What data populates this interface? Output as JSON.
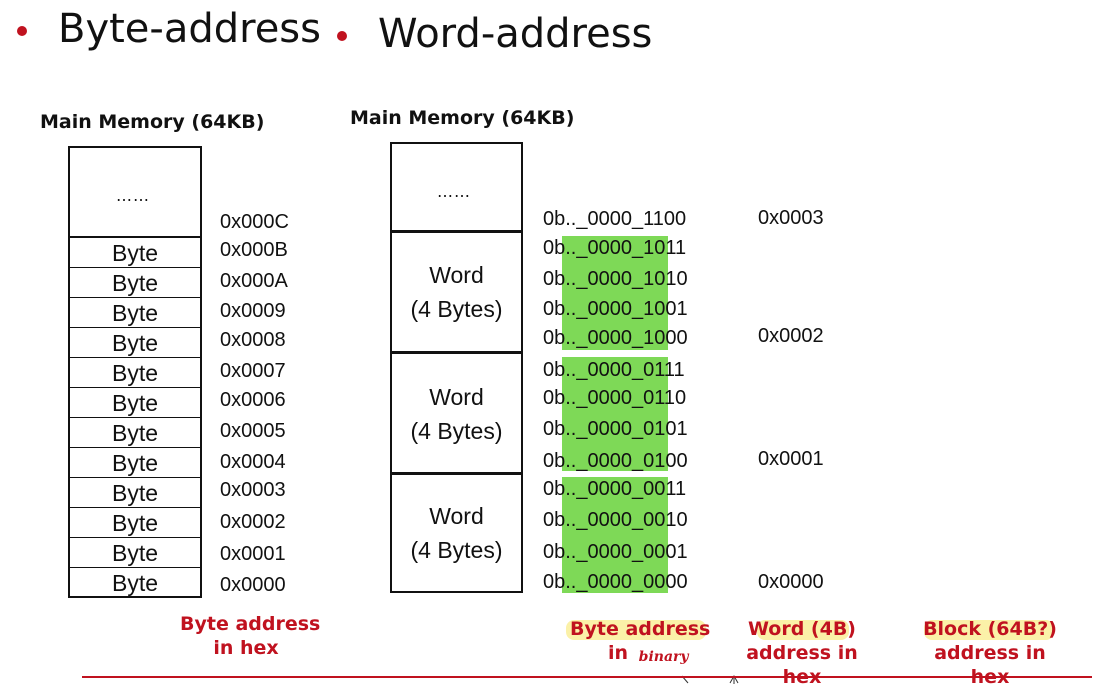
{
  "headings": {
    "byte": "Byte-address",
    "word": "Word-address"
  },
  "left_memory": {
    "title": "Main Memory (64KB)",
    "ellipsis": "……",
    "top_address": "0x000C",
    "cell_label": "Byte",
    "addresses": [
      "0x000B",
      "0x000A",
      "0x0009",
      "0x0008",
      "0x0007",
      "0x0006",
      "0x0005",
      "0x0004",
      "0x0003",
      "0x0002",
      "0x0001",
      "0x0000"
    ]
  },
  "right_memory": {
    "title": "Main Memory (64KB)",
    "ellipsis": "……",
    "word_label_line1": "Word",
    "word_label_line2": "(4 Bytes)",
    "binary_addresses": [
      {
        "prefix": "0b.._",
        "high": "0000_1",
        "bits": "100"
      },
      {
        "prefix": "0b",
        "high": ".._0000_10",
        "bits": "11"
      },
      {
        "prefix": "0b",
        "high": ".._0000_10",
        "bits": "10"
      },
      {
        "prefix": "0b",
        "high": ".._0000_10",
        "bits": "01"
      },
      {
        "prefix": "0b",
        "high": ".._0000_10",
        "bits": "00"
      },
      {
        "prefix": "0b",
        "high": ".._0000_01",
        "bits": "11"
      },
      {
        "prefix": "0b",
        "high": ".._0000_01",
        "bits": "10"
      },
      {
        "prefix": "0b",
        "high": ".._0000_01",
        "bits": "01"
      },
      {
        "prefix": "0b",
        "high": ".._0000_01",
        "bits": "00"
      },
      {
        "prefix": "0b",
        "high": ".._0000_00",
        "bits": "11"
      },
      {
        "prefix": "0b",
        "high": ".._0000_00",
        "bits": "10"
      },
      {
        "prefix": "0b",
        "high": ".._0000_00",
        "bits": "01"
      },
      {
        "prefix": "0b",
        "high": ".._0000_00",
        "bits": "00"
      }
    ],
    "word_addresses": [
      "0x0003",
      "0x0002",
      "0x0001",
      "0x0000"
    ]
  },
  "captions": {
    "byte_hex_line1": "Byte address",
    "byte_hex_line2": "in hex",
    "byte_bin_line1": "Byte address",
    "byte_bin_line2": "in",
    "byte_bin_handwritten": "binary",
    "word_hex_line1": "Word (4B)",
    "word_hex_line2": "address  in",
    "word_hex_line3": "hex",
    "block_hex_line1": "Block (64B?)",
    "block_hex_line2": "address  in",
    "block_hex_line3": "hex"
  },
  "colors": {
    "accent_red": "#c0121f",
    "highlight_green": "#7ed957",
    "highlight_yellow": "#fbf1a8"
  }
}
